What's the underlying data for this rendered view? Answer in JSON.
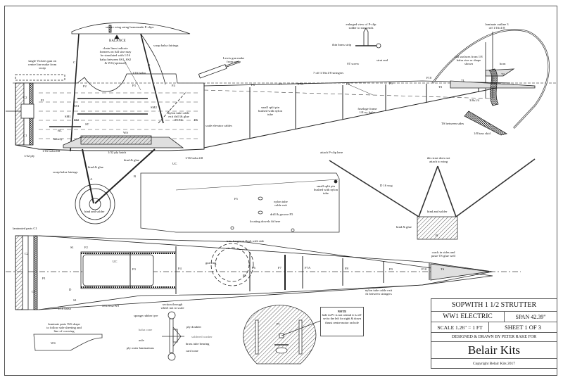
{
  "title_block": {
    "model_name": "SOPWITH 1 1/2 STRUTTER",
    "category": "WW1 ELECTRIC",
    "span": "SPAN 42.39\"",
    "scale": "SCALE 1.26\" = 1 FT",
    "sheet": "SHEET 1 OF 3",
    "designer": "DESIGNED & DRAWN BY PETER RAKE FOR",
    "brand": "Belair Kits",
    "copyright": "Copyright Belair Kits 2017"
  },
  "side_view": {
    "wing_note": "secure wing using homemade P-clips",
    "balance": "BALANCE",
    "vickers": "single Vickers gun on centre line make from scrap",
    "chain_note": "chain lines indicate formers on full size may be simulated with 1/16 balsa between SS1, SS2 & WS (optional)",
    "fairings": "scrap balsa fairings",
    "balsa_116": "1/16 balsa",
    "lewis": "Lewis gun make from scrap",
    "pclip_view": "enlarged view of P-clip solder to strut ends",
    "brass_strip": "thin brass strip",
    "st_screw": "ST screw",
    "strut_end": "strut end",
    "stringers": "7 off 1/16x1/8 stringers",
    "laminate_outline": "laminate outline 3 off 1/16x1/8",
    "tail_surfaces": "tail surfaces from 1/8 balsa size or shape shown",
    "horn": "horn",
    "split_pin": "small split pin bushed with nylon tube",
    "fuselage_frame": "fuselage frame 1/8 sq. balsa",
    "size_316": "3/8x1/4",
    "ts_between": "TS between sides",
    "bass_skid": "1/8 bass skid",
    "nylon_tube": "nylon tube cable exit drill & glue F5/TS",
    "scale_elevator": "scale elevator cables",
    "battery": "battery",
    "ply_132": "1/32 ply",
    "balsa_fill": "1/16 balsa fill",
    "ply_hatch": "1/32 ply hatch",
    "bind_glue": "bind & glue",
    "bind_solder": "bind and solder",
    "letters": {
      "c": "C",
      "d": "D",
      "a": "A",
      "b": "B",
      "uc": "UC",
      "c1": "C1",
      "c2": "C2",
      "p1": "P1",
      "f2": "F2",
      "f3": "F3",
      "f4": "F4",
      "f5": "F5",
      "f6": "F6",
      "f7": "F7",
      "f7a": "F7A",
      "f8": "F8",
      "f9": "F9",
      "f10": "F10",
      "ts": "TS",
      "ts2": "T2",
      "tl": "TL",
      "ss1": "SS1",
      "ss2": "SS2",
      "ws": "WS",
      "sm": "SM1",
      "st": "ST",
      "sm2": "SM2",
      "bl": "BL"
    }
  },
  "hatch_view": {
    "f5": "F5",
    "split_pin": "small split pin bushed with nylon tube",
    "nylon_exit": "nylon tube cable exit",
    "drill": "drill & groove F5",
    "dowels": "locating dowels fit here"
  },
  "strut_view": {
    "attach": "attach P-clip here",
    "wire": "D 16 swg",
    "not_attach": "this strut does not attach to wing",
    "bind_solder": "bind and solder",
    "bind_glue": "bind & glue",
    "block": "B"
  },
  "top_view": {
    "laminated_c1": "laminated parts C1",
    "longeron": "trim longeron flush with side",
    "gun_ring": "gun ring",
    "crack": "crack in sides and paste TS glue well",
    "nylon_exit": "nylon tube cable exit fit between stringers",
    "balsa_116": "1/16 balsa",
    "ss_ws": "SS1/SS2/WS",
    "labels": {
      "c2": "C2",
      "c1": "C1",
      "p1": "P1",
      "s1": "S1",
      "s1b": "S1",
      "f2": "F2",
      "uc": "UC",
      "d": "D",
      "f3": "F3",
      "f4": "F4",
      "f5": "F5",
      "f6": "F6",
      "f7": "F7",
      "f7a": "F7A",
      "f8": "F8",
      "f9": "F9",
      "f10": "F10",
      "ts": "TS"
    }
  },
  "ws_part": {
    "note": "laminate parts WS shape to follow side sheeting and line of covering",
    "label": "WS"
  },
  "wheel_section": {
    "title": "section through wheel not to scale",
    "tyre": "sponge rubber tyre",
    "cone": "balsa cone",
    "axle": "axle",
    "ply_outer": "ply outer laminations",
    "ply_doubler": "ply doubler",
    "washer": "soldered washer",
    "bearing": "brass tube bearing",
    "card_cone": "card cone"
  },
  "former_p1": {
    "label": "P1",
    "note_title": "NOTE",
    "note": "hole in P1 is not central it is off-set to the left for right & down thrust centre motor on hole"
  }
}
